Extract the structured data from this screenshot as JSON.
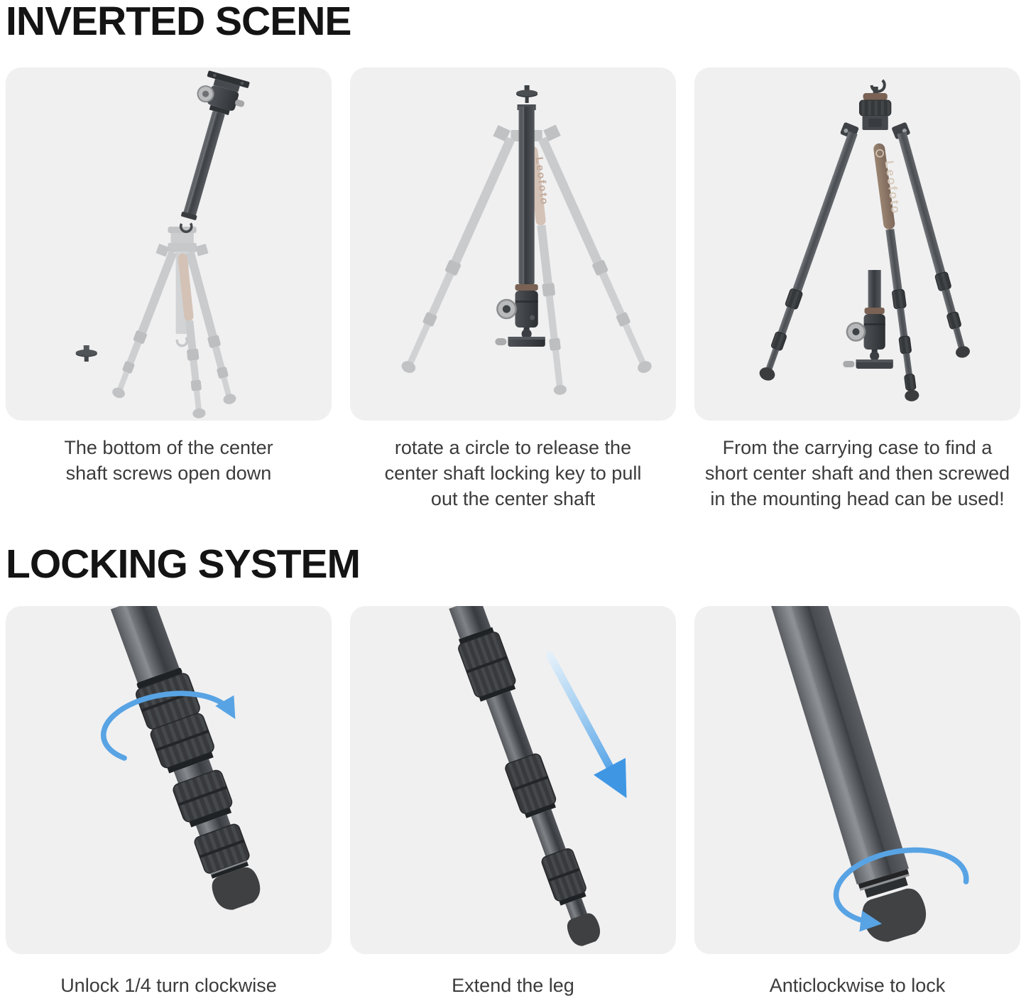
{
  "sections": {
    "inverted": {
      "heading": "INVERTED SCENE",
      "captions": [
        {
          "lines": [
            "The bottom of the center",
            "shaft screws open down"
          ]
        },
        {
          "lines": [
            "rotate a circle to release the",
            "center shaft locking key to pull",
            "out the center shaft"
          ]
        },
        {
          "lines": [
            "From the carrying case to find a",
            "short center shaft and then screwed",
            "in the mounting head can be used!"
          ]
        }
      ]
    },
    "locking": {
      "heading": "LOCKING SYSTEM",
      "captions": [
        {
          "lines": [
            "Unlock 1/4 turn clockwise"
          ]
        },
        {
          "lines": [
            "Extend the leg"
          ]
        },
        {
          "lines": [
            "Anticlockwise to lock"
          ]
        }
      ]
    }
  },
  "brand": {
    "logo_text": "Leofoto"
  },
  "colors": {
    "panel_bg": "#f0f0f1",
    "arrow_blue": "#58a3e4",
    "heading_text": "#141414",
    "caption_text": "#3b3b3b",
    "wrap_brown": "#8d7767",
    "ghost_gray": "#c9cbcd",
    "carbon_dark": "#43474b"
  }
}
